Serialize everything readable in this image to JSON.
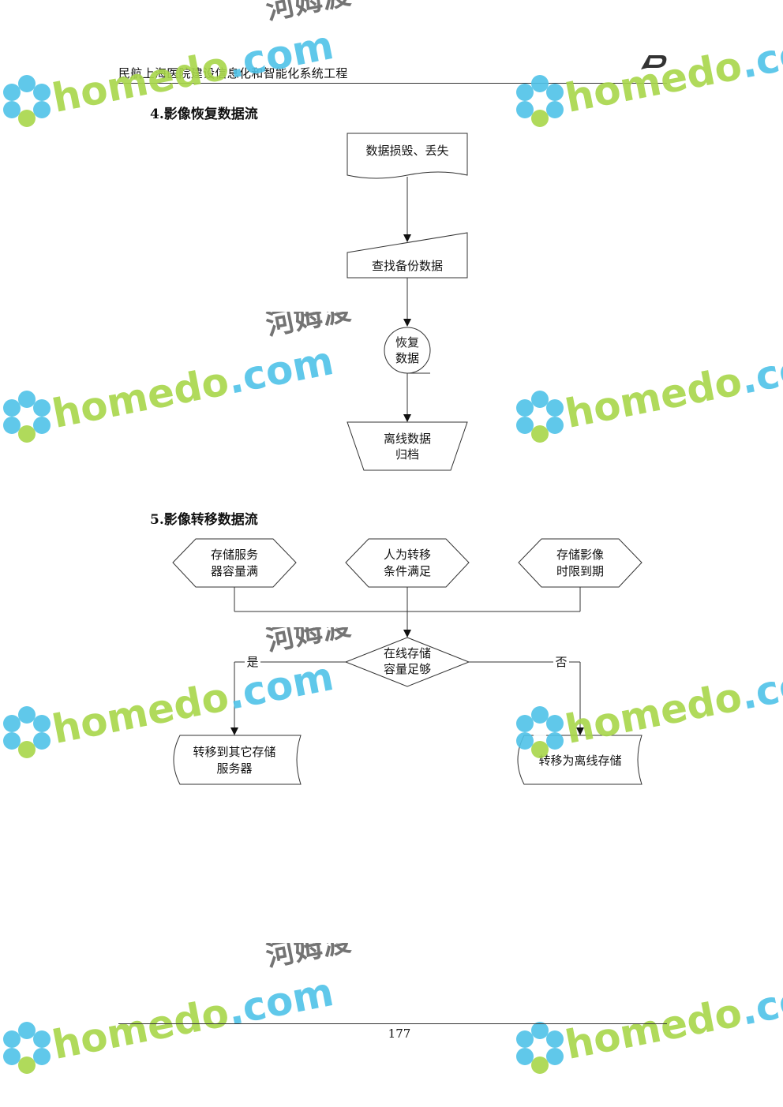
{
  "header": {
    "title": "民航上海医院建设信息化和智能化系统工程"
  },
  "section4": {
    "title": "4.影像恢复数据流",
    "nodes": {
      "data_loss": "数据损毁、丢失",
      "find_backup": "查找备份数据",
      "restore_line1": "恢复",
      "restore_line2": "数据",
      "offline_line1": "离线数据",
      "offline_line2": "归档"
    }
  },
  "section5": {
    "title": "5.影像转移数据流",
    "nodes": {
      "cond1_line1": "存储服务",
      "cond1_line2": "器容量满",
      "cond2_line1": "人为转移",
      "cond2_line2": "条件满足",
      "cond3_line1": "存储影像",
      "cond3_line2": "时限到期",
      "decision_line1": "在线存储",
      "decision_line2": "容量足够",
      "yes_label": "是",
      "no_label": "否",
      "other_line1": "转移到其它存储",
      "other_line2": "服务器",
      "offline": "转移为离线存储"
    }
  },
  "footer": {
    "page_number": "177"
  },
  "watermark": {
    "latin": "homedo",
    "dot_com": ".com",
    "chinese": "河姆渡",
    "colors": {
      "green": "#a8d64a",
      "cyan": "#4fc3e8",
      "gray": "#666666"
    }
  }
}
